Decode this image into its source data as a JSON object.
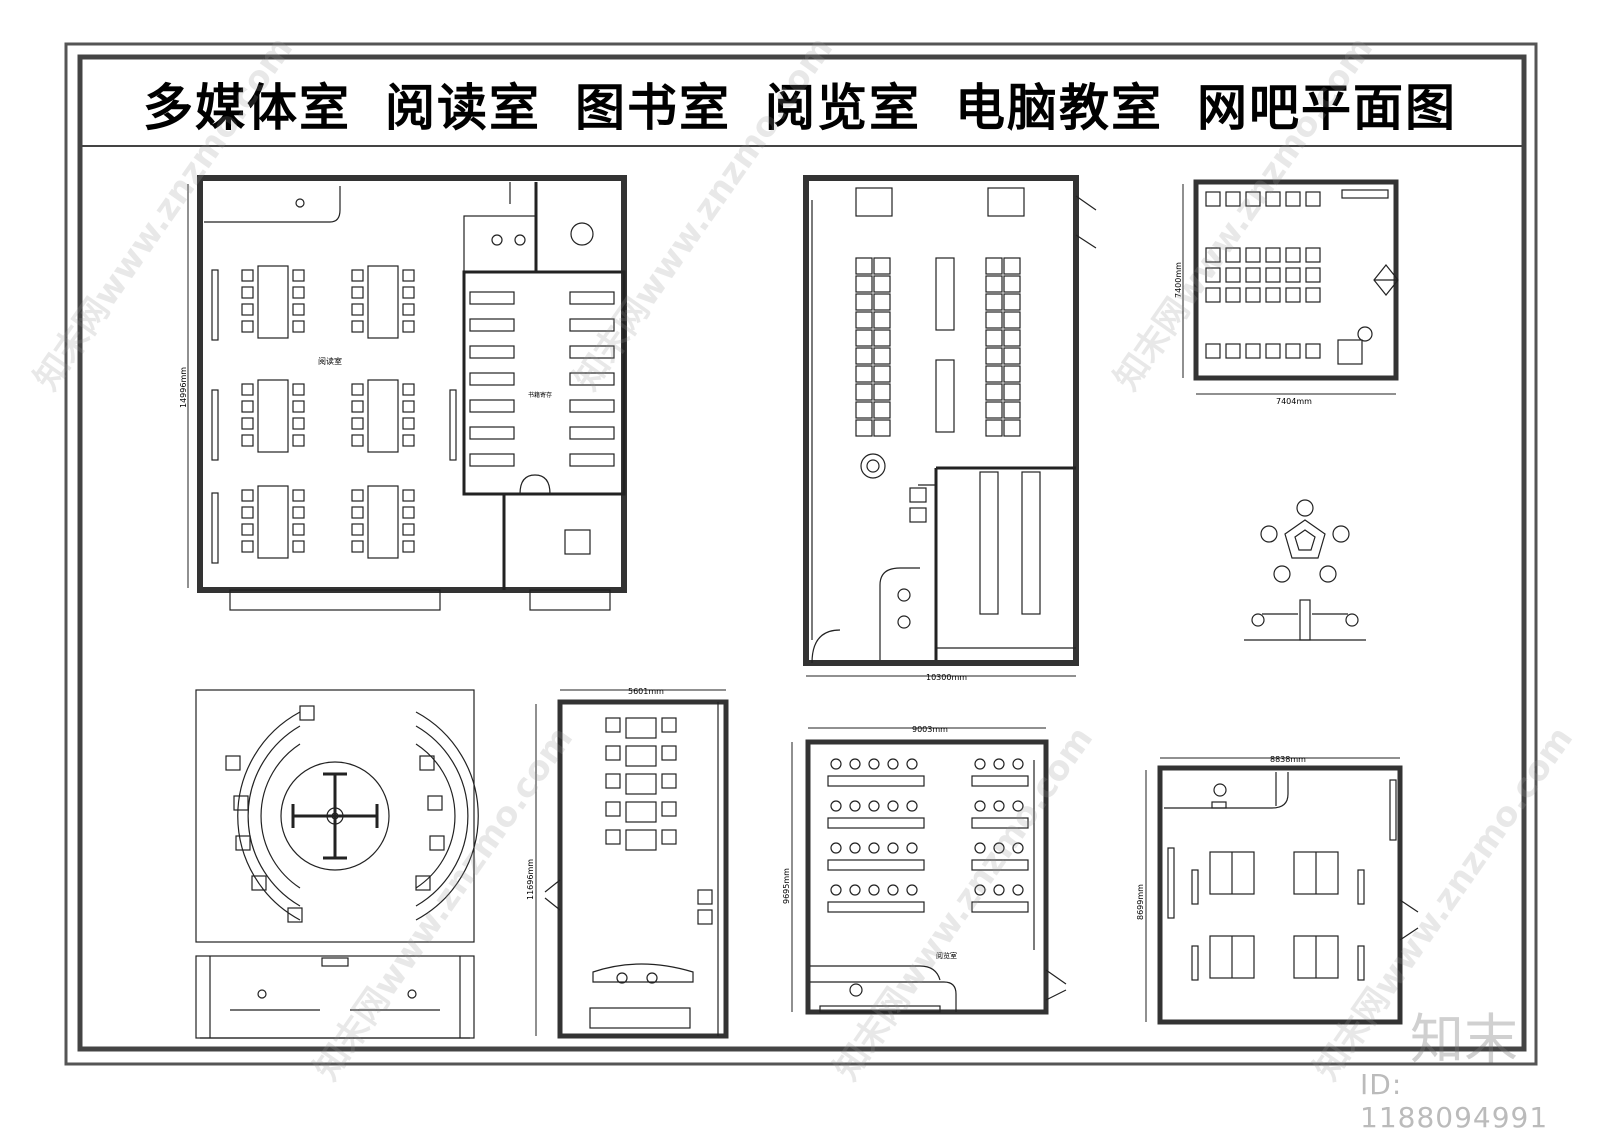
{
  "title_words": [
    "多媒体室",
    "阅读室",
    "图书室",
    "阅览室",
    "电脑教室",
    "网吧平面图"
  ],
  "plans": {
    "reading_room": {
      "dimension": "14996mm",
      "room_label": "阅读室",
      "store_label": "书籍寄存"
    },
    "computer_room": {
      "dimension": "10300mm"
    },
    "internet_cafe": {
      "width": "7404mm",
      "height": "7400mm"
    },
    "classroom_a": {
      "width": "5601mm",
      "height": "11696mm"
    },
    "lecture_room": {
      "width": "9003mm",
      "height": "9695mm",
      "room_label": "阅览室"
    },
    "library_room": {
      "width": "8838mm",
      "height": "8699mm"
    }
  },
  "watermark": {
    "text": "知末网www.znzmo.com",
    "brand": "知末",
    "id_label": "ID: 1188094991"
  }
}
